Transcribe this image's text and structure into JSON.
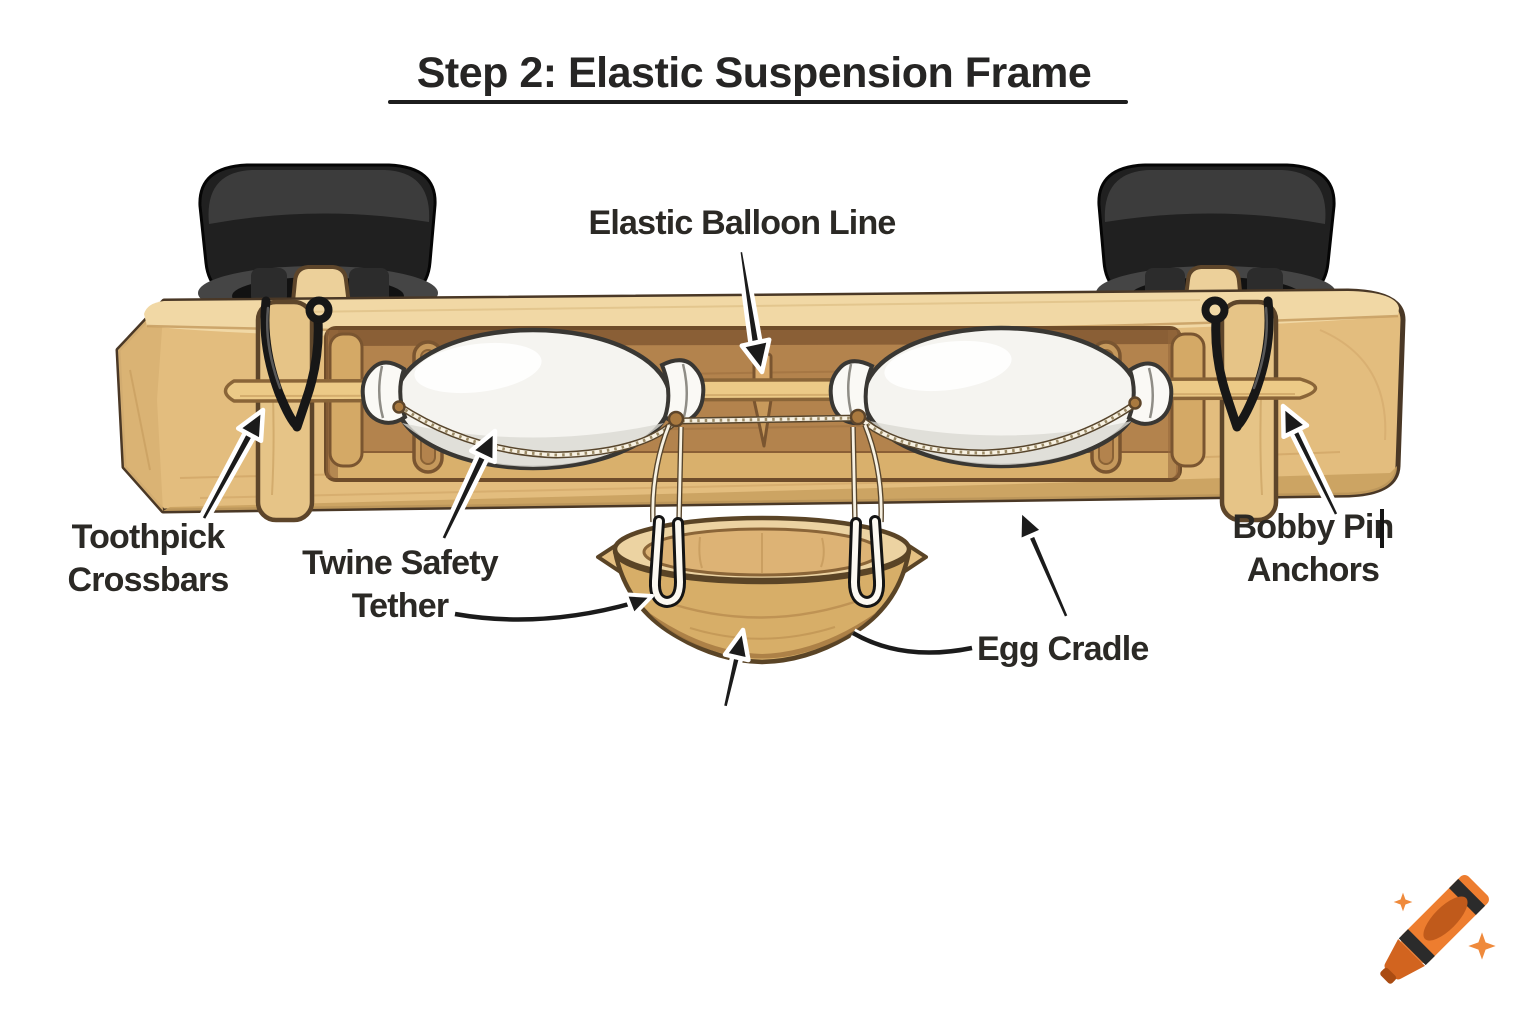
{
  "title": {
    "text": "Step 2: Elastic Suspension Frame"
  },
  "callouts": {
    "elastic_balloon_line": {
      "label": "Elastic Balloon Line"
    },
    "toothpick_crossbars": {
      "line1": "Toothpick",
      "line2": "Crossbars"
    },
    "twine_safety_tether": {
      "line1": "Twine Safety",
      "line2": "Tether"
    },
    "bobby_pin_anchors": {
      "line1": "Bobby Pin",
      "line2": "Anchors"
    },
    "egg_cradle": {
      "label": "Egg Cradle"
    }
  },
  "branding": {
    "logo_icon": "orange-crayon-with-sparkles"
  },
  "colors": {
    "background": "#ffffff",
    "title_text": "#262524",
    "label_text": "#2b2925",
    "arrow": "#1b1b1b",
    "wood_light": "#f1d8a5",
    "wood_mid": "#e3bd7e",
    "wood_recess": "#b3834d",
    "wheel_black": "#202020",
    "balloon_white": "#f5f4f0",
    "twine": "#f7f1e2",
    "bowl_tan": "#d7ae68",
    "crayon_orange": "#ed7d2f"
  }
}
